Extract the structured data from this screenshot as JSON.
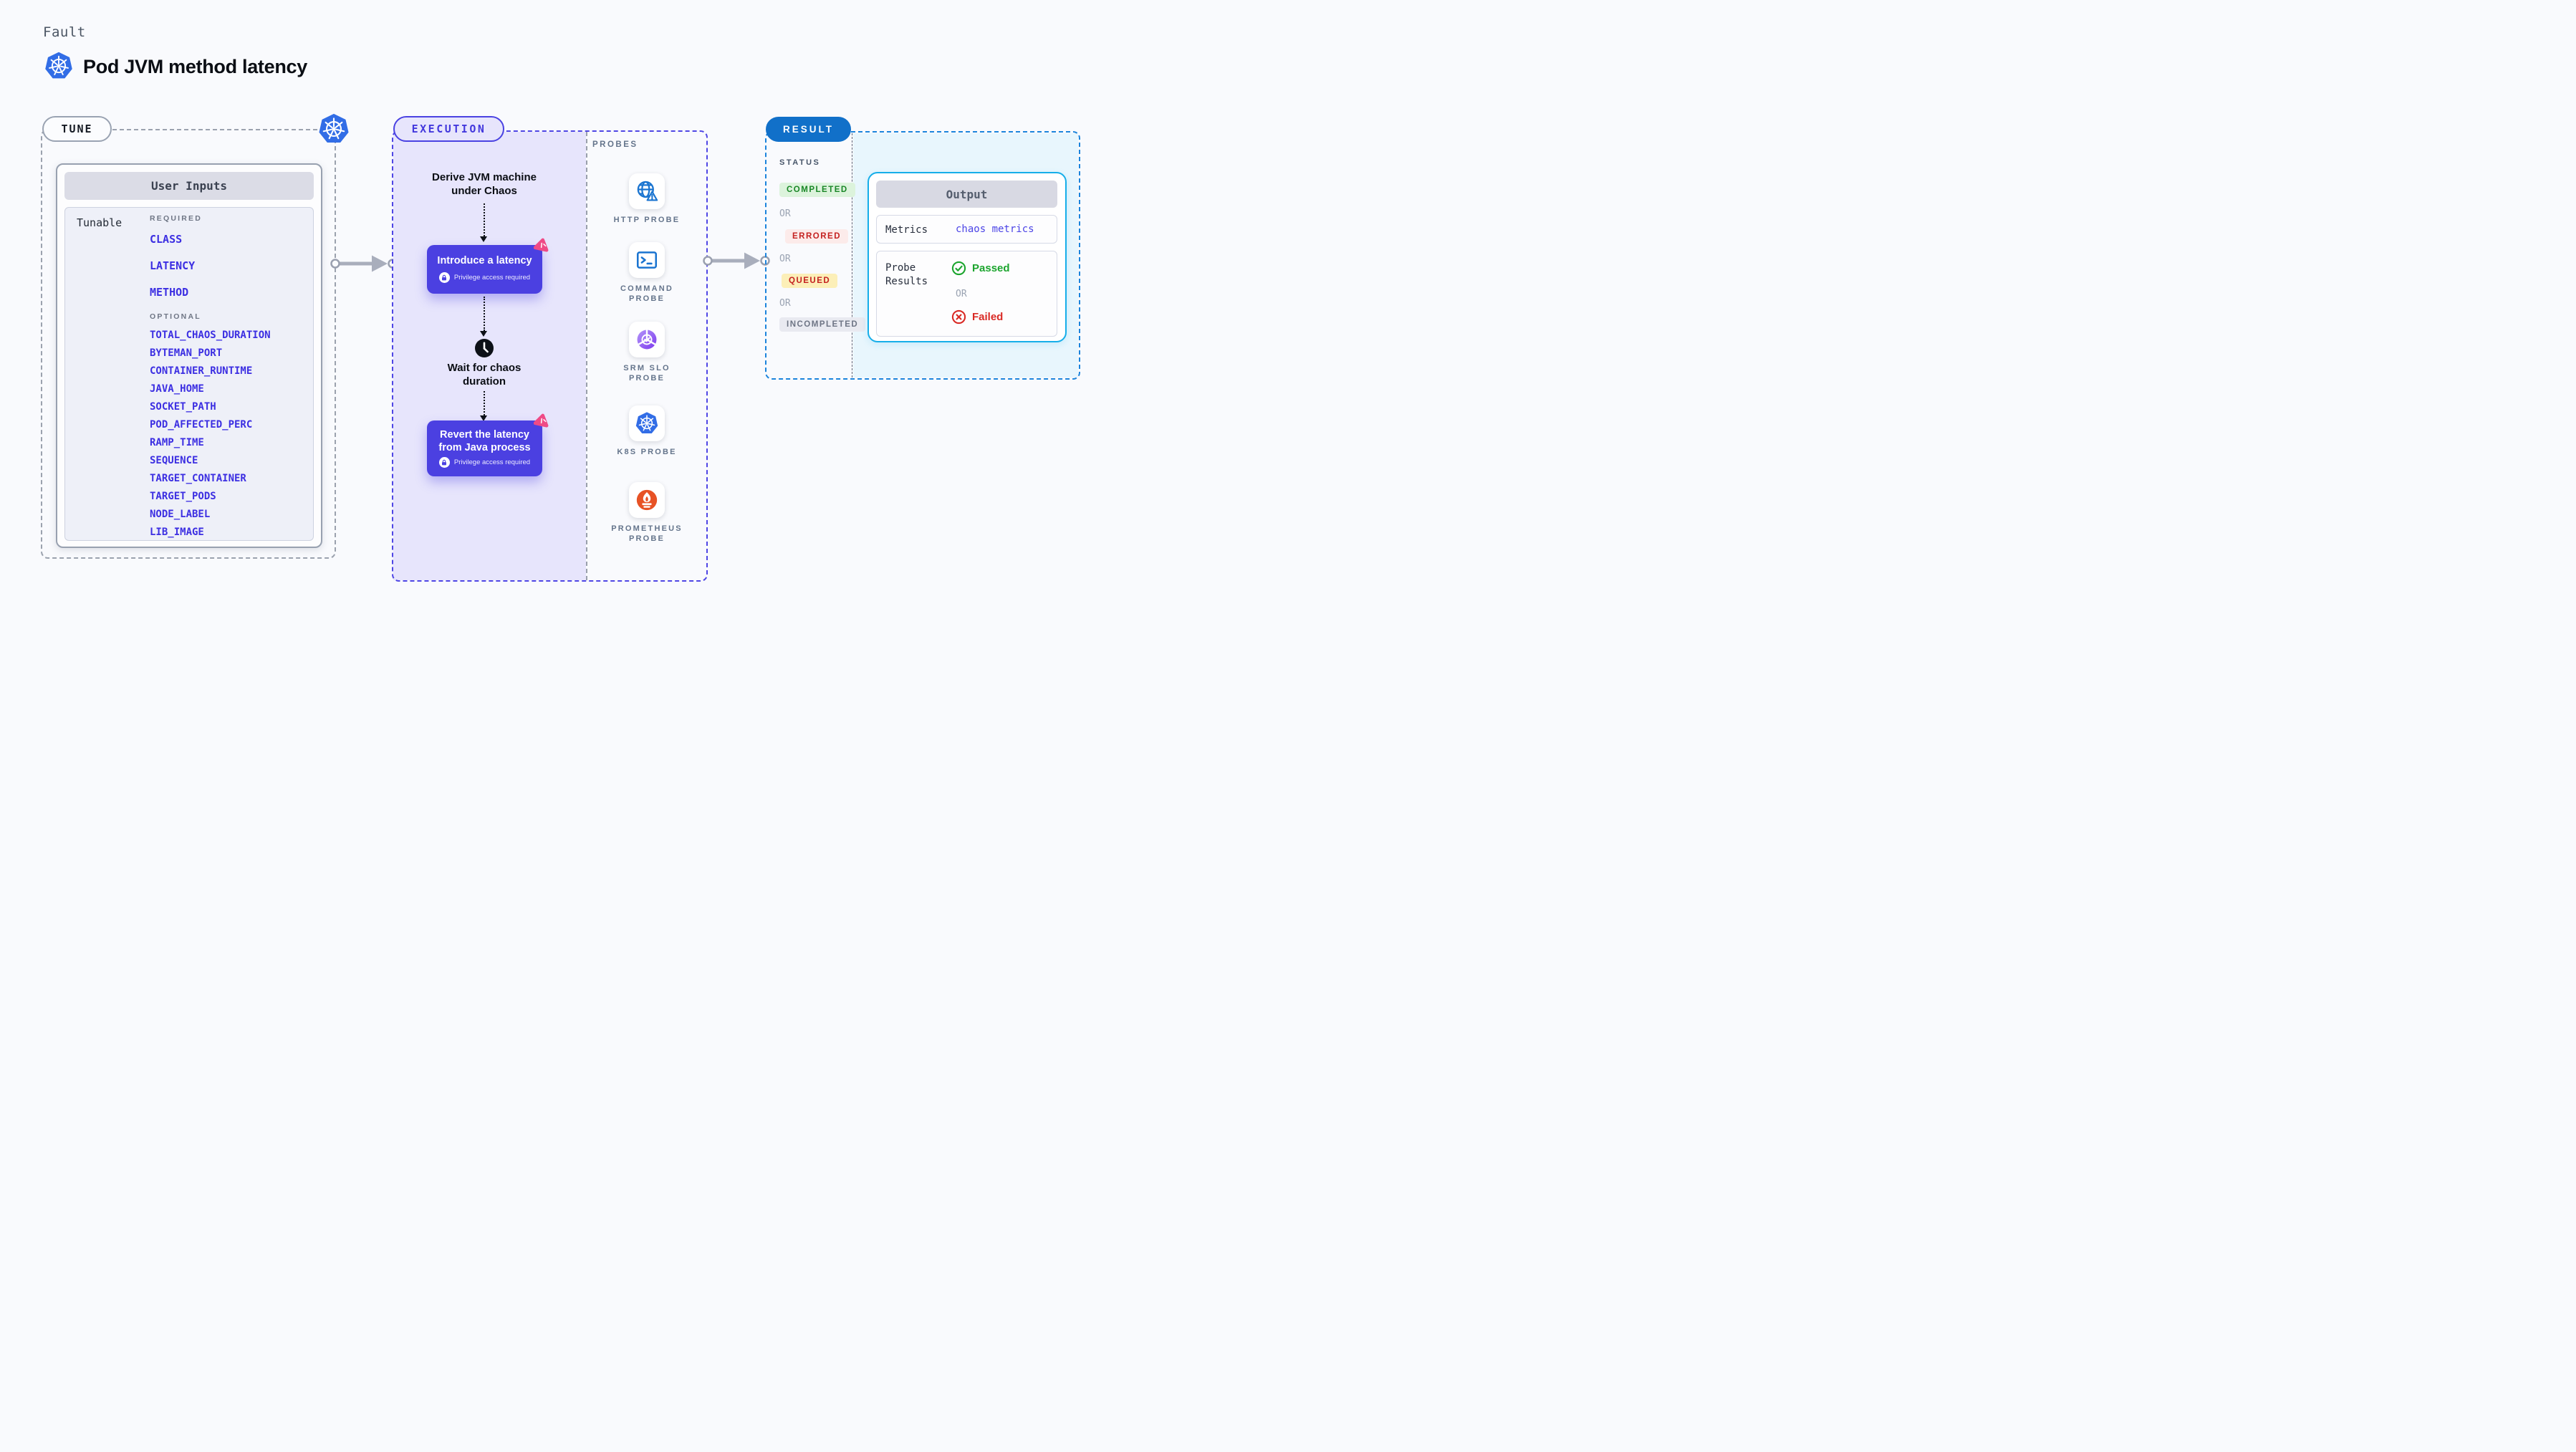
{
  "header": {
    "eyebrow": "Fault",
    "title": "Pod JVM method latency"
  },
  "tune": {
    "badge": "TUNE",
    "panel_title": "User Inputs",
    "row_label": "Tunable",
    "required_label": "REQUIRED",
    "required_items": [
      "CLASS",
      "LATENCY",
      "METHOD"
    ],
    "optional_label": "OPTIONAL",
    "optional_items": [
      "TOTAL_CHAOS_DURATION",
      "BYTEMAN_PORT",
      "CONTAINER_RUNTIME",
      "JAVA_HOME",
      "SOCKET_PATH",
      "POD_AFFECTED_PERC",
      "RAMP_TIME",
      "SEQUENCE",
      "TARGET_CONTAINER",
      "TARGET_PODS",
      "NODE_LABEL",
      "LIB_IMAGE"
    ]
  },
  "execution": {
    "badge": "EXECUTION",
    "step_derive": "Derive JVM machine under Chaos",
    "card_introduce": "Introduce a latency",
    "privilege_note": "Privilege access required",
    "step_wait": "Wait for chaos duration",
    "card_revert": "Revert the latency from Java process"
  },
  "probes": {
    "title": "PROBES",
    "items": [
      {
        "label": "HTTP PROBE",
        "icon": "globe-alert-icon"
      },
      {
        "label": "COMMAND PROBE",
        "icon": "terminal-icon"
      },
      {
        "label": "SRM SLO PROBE",
        "icon": "slo-donut-icon"
      },
      {
        "label": "K8S PROBE",
        "icon": "kubernetes-icon"
      },
      {
        "label": "PROMETHEUS PROBE",
        "icon": "prometheus-icon"
      }
    ]
  },
  "result": {
    "badge": "RESULT",
    "status_label": "STATUS",
    "or_label": "OR",
    "statuses": [
      {
        "label": "COMPLETED",
        "text_color": "#1a8727",
        "bg_color": "#dcf3dc"
      },
      {
        "label": "ERRORED",
        "text_color": "#c42120",
        "bg_color": "#fcebea"
      },
      {
        "label": "QUEUED",
        "text_color": "#c42120",
        "bg_color": "#fcefb8"
      },
      {
        "label": "INCOMPLETED",
        "text_color": "#6e7585",
        "bg_color": "#e9eaf1"
      }
    ],
    "output": {
      "title": "Output",
      "metrics_label": "Metrics",
      "metrics_value": "chaos metrics",
      "probe_results_label": "Probe Results",
      "passed_label": "Passed",
      "failed_label": "Failed"
    }
  },
  "colors": {
    "accent_indigo": "#4f46e5",
    "execution_fill": "#e7e5fc",
    "card_indigo": "#4b40e1",
    "litmus_pink": "#ef4a86",
    "probe_icon_blue": "#1a74d0",
    "kubernetes_blue": "#326de6",
    "result_blue": "#1170c9",
    "result_border": "#1b84dc",
    "output_border_cyan": "#16aee9",
    "output_fill_cyan": "#e8f6fd",
    "passed_green": "#1ca52e",
    "failed_red": "#d92a25",
    "env_var_link": "#3c2fe2",
    "prometheus_orange": "#e75225",
    "slo_purple": "#7c3aed"
  }
}
